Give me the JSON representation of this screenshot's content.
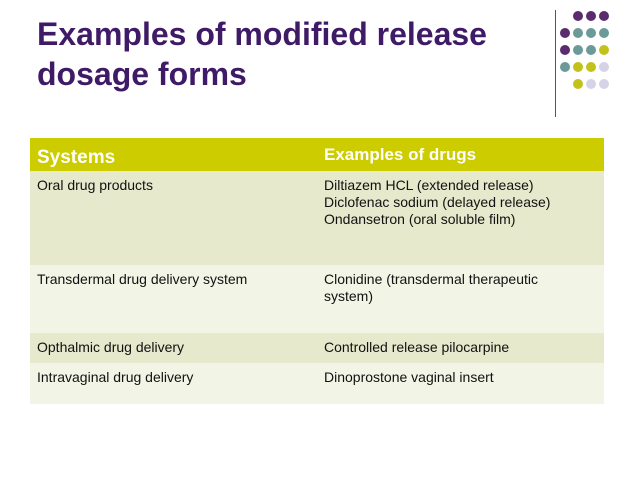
{
  "slide": {
    "title_lines": [
      "Examples of modified release",
      "dosage forms"
    ]
  },
  "colors": {
    "title": "#3f1a66",
    "header_bg": "#cccc00",
    "row_dark": "#e6e9cc",
    "row_light": "#f2f4e6",
    "dot_purple": "#5a2c6e",
    "dot_teal": "#6b9a99",
    "dot_olive": "#c2c21a",
    "dot_lavender": "#d6d3e6"
  },
  "decoration": {
    "dot_grid": [
      [
        "purple",
        "purple",
        "purple"
      ],
      [
        "purple",
        "teal",
        "teal",
        "teal"
      ],
      [
        "purple",
        "teal",
        "teal",
        "olive"
      ],
      [
        "teal",
        "olive",
        "olive",
        "lavender"
      ],
      [
        "olive",
        "lavender",
        "lavender"
      ]
    ]
  },
  "table": {
    "headers": [
      "Systems",
      "Examples of drugs"
    ],
    "rows": [
      {
        "system": "Oral drug products",
        "examples": [
          "Diltiazem HCL (extended release)",
          "Diclofenac sodium (delayed release)",
          "Ondansetron (oral soluble film)"
        ]
      },
      {
        "system": "Transdermal drug delivery system",
        "examples": [
          "Clonidine (transdermal therapeutic",
          "system)"
        ]
      },
      {
        "system": "Opthalmic drug delivery",
        "examples": [
          "Controlled release pilocarpine"
        ]
      },
      {
        "system": "Intravaginal drug delivery",
        "examples": [
          "Dinoprostone vaginal insert"
        ]
      }
    ]
  }
}
